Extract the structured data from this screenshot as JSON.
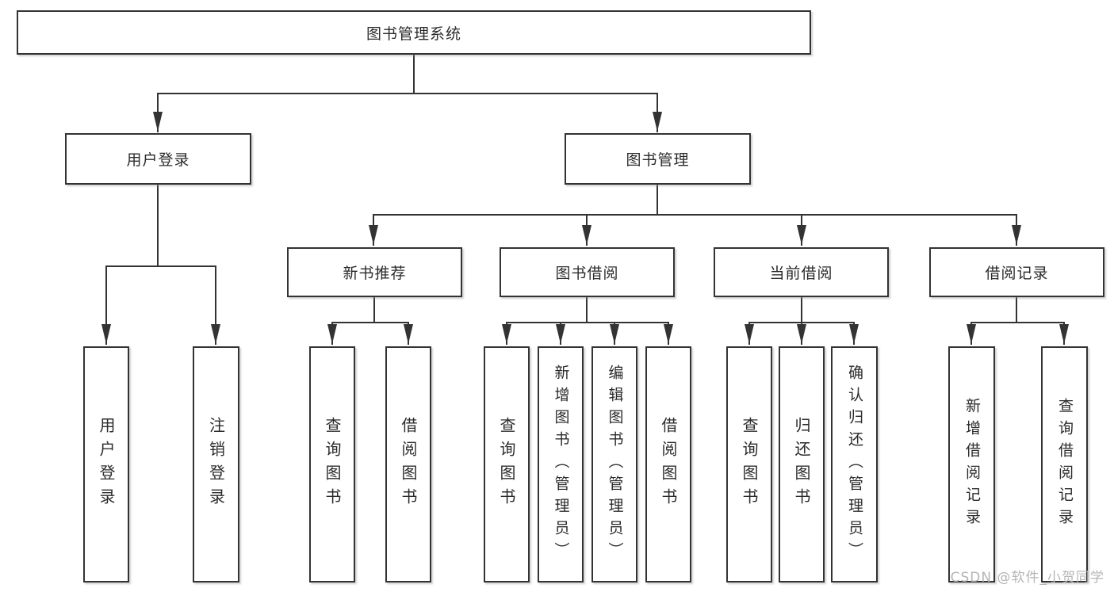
{
  "tree": {
    "root": {
      "label": "图书管理系统"
    },
    "branches": [
      {
        "label": "用户登录",
        "children": [
          {
            "label": "用户登录"
          },
          {
            "label": "注销登录"
          }
        ]
      },
      {
        "label": "图书管理",
        "groups": [
          {
            "label": "新书推荐",
            "children": [
              {
                "label": "查询图书"
              },
              {
                "label": "借阅图书"
              }
            ]
          },
          {
            "label": "图书借阅",
            "children": [
              {
                "label": "查询图书"
              },
              {
                "label": "新增图书（管理员）"
              },
              {
                "label": "编辑图书（管理员）"
              },
              {
                "label": "借阅图书"
              }
            ]
          },
          {
            "label": "当前借阅",
            "children": [
              {
                "label": "查询图书"
              },
              {
                "label": "归还图书"
              },
              {
                "label": "确认归还（管理员）"
              }
            ]
          },
          {
            "label": "借阅记录",
            "children": [
              {
                "label": "新增借阅记录"
              },
              {
                "label": "查询借阅记录"
              }
            ]
          }
        ]
      }
    ]
  },
  "watermark": {
    "text": "CSDN @软件_小贺同学"
  },
  "colors": {
    "line": "#333333",
    "border": "#333333",
    "text": "#2b2b2b",
    "watermark": "#b5b5b5",
    "background": "#ffffff"
  }
}
